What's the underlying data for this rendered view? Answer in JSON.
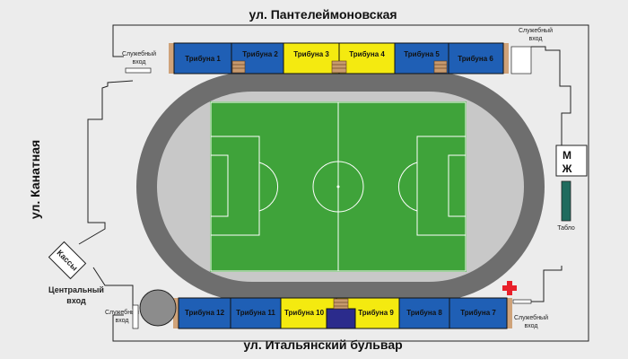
{
  "streets": {
    "north": "ул. Пантелеймоновская",
    "south": "ул. Итальянский бульвар",
    "west": "ул. Канатная"
  },
  "stands_top": [
    "Трибуна 1",
    "Трибуна 2",
    "Трибуна 3",
    "Трибуна 4",
    "Трибуна 5",
    "Трибуна 6"
  ],
  "stands_bottom": [
    "Трибуна 12",
    "Трибуна 11",
    "Трибуна 10",
    "Трибуна 9",
    "Трибуна 8",
    "Трибуна 7"
  ],
  "service_entrance": {
    "line1": "Служебный",
    "line2": "вход"
  },
  "tickets": "Кассы",
  "main_entrance": {
    "line1": "Центральный",
    "line2": "вход"
  },
  "toilets": {
    "men": "М",
    "women": "Ж"
  },
  "scoreboard": "Табло",
  "colors": {
    "blue_stand": "#1f5fb5",
    "yellow_stand": "#f4ea10",
    "pitch": "#3fa33a",
    "track": "#6e6e6e",
    "apron": "#c8c8c8",
    "first_aid": "#e8202a"
  }
}
